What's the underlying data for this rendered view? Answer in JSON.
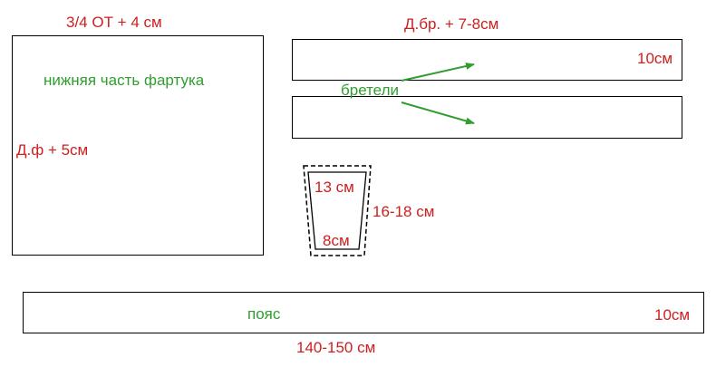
{
  "colors": {
    "outline": "#000000",
    "measure_text": "#cc1f1f",
    "name_text": "#2f9e2f",
    "arrow": "#2f9e2f"
  },
  "bottom_part": {
    "width_label": "3/4 ОТ + 4 см",
    "name": "нижняя часть фартука",
    "height_label": "Д.ф + 5см"
  },
  "straps": {
    "length_label": "Д.бр. + 7-8см",
    "width_label": "10см",
    "name": "бретели"
  },
  "pocket": {
    "top_label": "13 см",
    "bottom_label": "8см",
    "height_label": "16-18 см"
  },
  "belt": {
    "name": "пояс",
    "width_label": "10см",
    "length_label": "140-150 см"
  }
}
